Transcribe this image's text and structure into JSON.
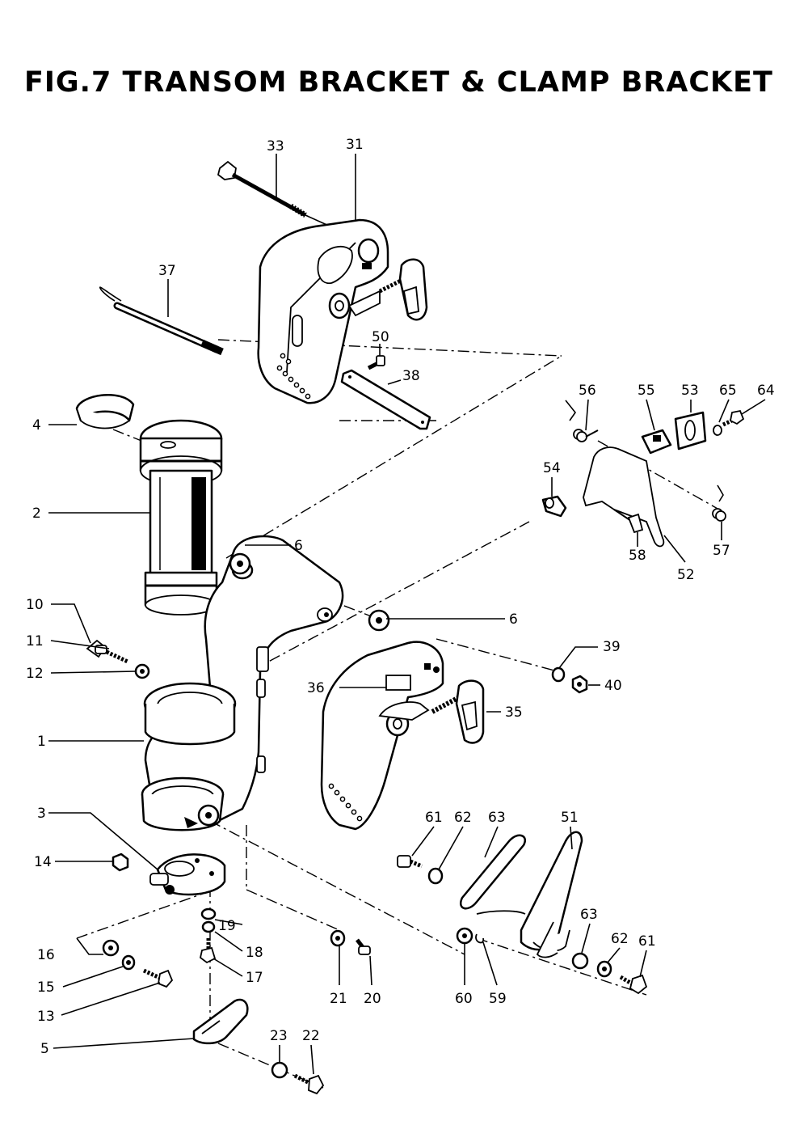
{
  "title": "FIG.7 TRANSOM BRACKET & CLAMP BRACKET",
  "callouts": [
    "1",
    "2",
    "3",
    "4",
    "5",
    "6",
    "6",
    "10",
    "11",
    "12",
    "13",
    "14",
    "15",
    "16",
    "17",
    "18",
    "19",
    "20",
    "21",
    "22",
    "23",
    "31",
    "33",
    "35",
    "36",
    "37",
    "38",
    "39",
    "40",
    "50",
    "51",
    "52",
    "53",
    "54",
    "55",
    "56",
    "57",
    "58",
    "59",
    "60",
    "61",
    "61",
    "62",
    "62",
    "63",
    "63",
    "64",
    "65"
  ]
}
